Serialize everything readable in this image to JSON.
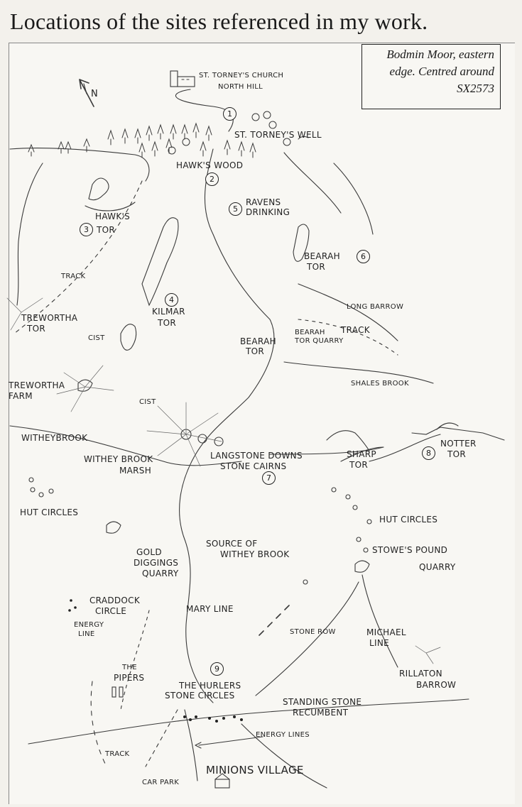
{
  "title": "Locations of the sites referenced in my work.",
  "caption": [
    "Bodmin Moor, eastern",
    "edge. Centred around",
    "SX2573"
  ],
  "north_label": "N",
  "labels": {
    "st_torneys_church": "ST. TORNEY'S CHURCH",
    "north_hill": "NORTH HILL",
    "st_torneys_well": "ST. TORNEY'S WELL",
    "hawks_wood": "HAWK'S WOOD",
    "ravens_drinking_1": "RAVENS",
    "ravens_drinking_2": "DRINKING",
    "hawks_tor_1": "HAWK'S",
    "hawks_tor_2": "TOR",
    "bearah_tor_1": "BEARAH",
    "bearah_tor_2": "TOR",
    "track_1": "TRACK",
    "treworthal_tor_1": "TREWORTHA",
    "treworthal_tor_2": "TOR",
    "kilmar_tor_1": "KILMAR",
    "kilmar_tor_2": "TOR",
    "long_barrow": "LONG BARROW",
    "track_2": "TRACK",
    "bearah_quarry_1": "BEARAH",
    "bearah_quarry_2": "TOR QUARRY",
    "cist_1": "CIST",
    "bearah_tor_s_1": "BEARAH",
    "bearah_tor_s_2": "TOR",
    "treworthal_farm_1": "TREWORTHA",
    "treworthal_farm_2": "FARM",
    "shales_brook": "SHALES BROOK",
    "cist_2": "CIST",
    "witheybrook": "WITHEYBROOK",
    "langstone_1": "LANGSTONE DOWNS",
    "langstone_2": "STONE CAIRNS",
    "sharp_tor_1": "SHARP",
    "sharp_tor_2": "TOR",
    "notter_tor_1": "NOTTER",
    "notter_tor_2": "TOR",
    "withey_marsh_1": "WITHEY BROOK",
    "withey_marsh_2": "MARSH",
    "hut_circles_w": "HUT CIRCLES",
    "hut_circles_e": "HUT CIRCLES",
    "source_1": "SOURCE OF",
    "source_2": "WITHEY BROOK",
    "gold_1": "GOLD",
    "gold_2": "DIGGINGS",
    "gold_3": "QUARRY",
    "stowes_pound": "STOWE'S POUND",
    "quarry_e": "QUARRY",
    "craddock_1": "CRADDOCK",
    "craddock_2": "CIRCLE",
    "mary_line": "MARY LINE",
    "energy_line_1": "ENERGY",
    "energy_line_2": "LINE",
    "stone_row": "STONE ROW",
    "michael_1": "MICHAEL",
    "michael_2": "LINE",
    "the_pipers_1": "THE",
    "the_pipers_2": "PIPERS",
    "hurlers_1": "THE HURLERS",
    "hurlers_2": "STONE CIRCLES",
    "rillaton_1": "RILLATON",
    "rillaton_2": "BARROW",
    "standing_1": "STANDING STONE",
    "standing_2": "RECUMBENT",
    "energy_lines": "ENERGY LINES",
    "track_3": "TRACK",
    "car_park": "CAR PARK",
    "minions": "MINIONS VILLAGE"
  },
  "site_numbers": [
    "1",
    "2",
    "3",
    "4",
    "5",
    "6",
    "7",
    "8",
    "9"
  ]
}
